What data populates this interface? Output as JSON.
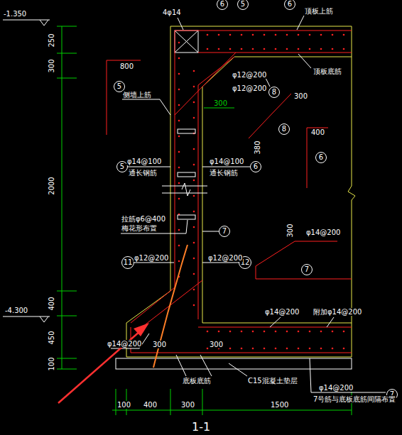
{
  "diagram": {
    "caption": "1-1",
    "nodes": [
      {
        "text": [
          "6"
        ]
      },
      {
        "text": [
          "5"
        ]
      },
      {
        "text": [
          "6"
        ]
      },
      {
        "text": [
          "5"
        ]
      },
      {
        "text": [
          "8"
        ]
      },
      {
        "text": [
          "8"
        ]
      },
      {
        "text": [
          "6"
        ]
      },
      {
        "text": [
          "5"
        ]
      },
      {
        "text": [
          "6"
        ]
      },
      {
        "text": [
          "7"
        ]
      },
      {
        "text": [
          "7"
        ]
      },
      {
        "text": [
          "11"
        ]
      },
      {
        "text": [
          "12"
        ]
      },
      {
        "text": [
          "7"
        ]
      }
    ],
    "edges": [],
    "labels": [
      "-1.350",
      "250",
      "300",
      "2000",
      "-4.300",
      "400",
      "450",
      "100",
      "4φ14",
      "顶板上筋",
      "顶板底筋",
      "800",
      "侧墙上筋",
      "φ12@200",
      "φ12@200",
      "300",
      "300",
      "380",
      "400",
      "φ14@100",
      "通长钢筋",
      "φ14@100",
      "通长钢筋",
      "拉筋φ6@400",
      "梅花形布置",
      "300",
      "φ14@200",
      "φ12@200",
      "φ12@200",
      "φ14@200",
      "附加φ14@200",
      "φ14@200",
      "300",
      "300",
      "底板底筋",
      "C15混凝土垫层",
      "φ14@200",
      "7号筋与底板底筋间隔布置",
      "100",
      "400",
      "300",
      "1500"
    ]
  }
}
